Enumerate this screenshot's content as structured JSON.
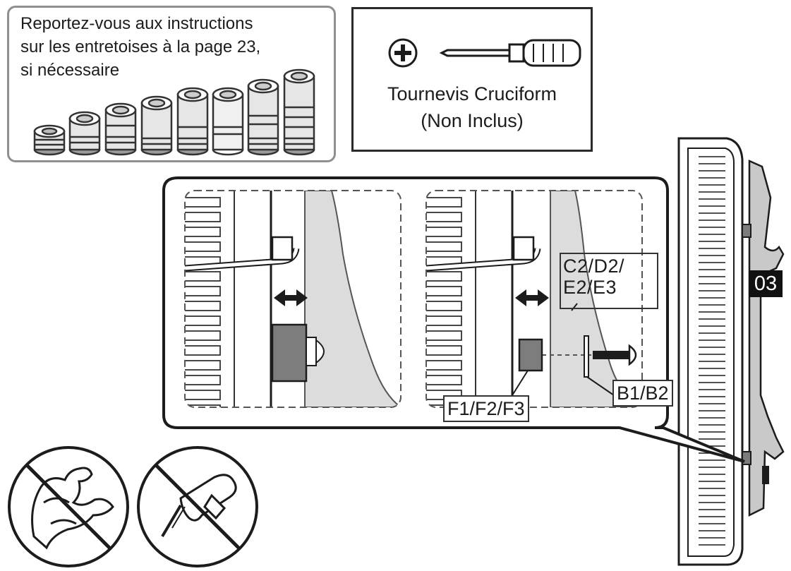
{
  "spacer_note": {
    "line1": "Reportez-vous aux instructions",
    "line2": "sur les entretoises à la page 23,",
    "line3": "si nécessaire"
  },
  "tool": {
    "name": "Tournevis Cruciform",
    "note": "(Non Inclus)",
    "icon": "phillips-screwdriver-icon"
  },
  "step_badge": "03",
  "labels": {
    "bracket_parts_l1": "C2/D2/",
    "bracket_parts_l2": "E2/E3",
    "spacer_parts": "F1/F2/F3",
    "screw_parts": "B1/B2"
  },
  "warnings": {
    "no_force_icon": "no-excessive-force-icon",
    "no_power_tool_icon": "no-power-drill-icon"
  },
  "colors": {
    "line": "#1c1c1c",
    "wall_bracket_gray": "#c9c9c9",
    "part_gray": "#7d7d7d",
    "badge_bg": "#111111"
  }
}
